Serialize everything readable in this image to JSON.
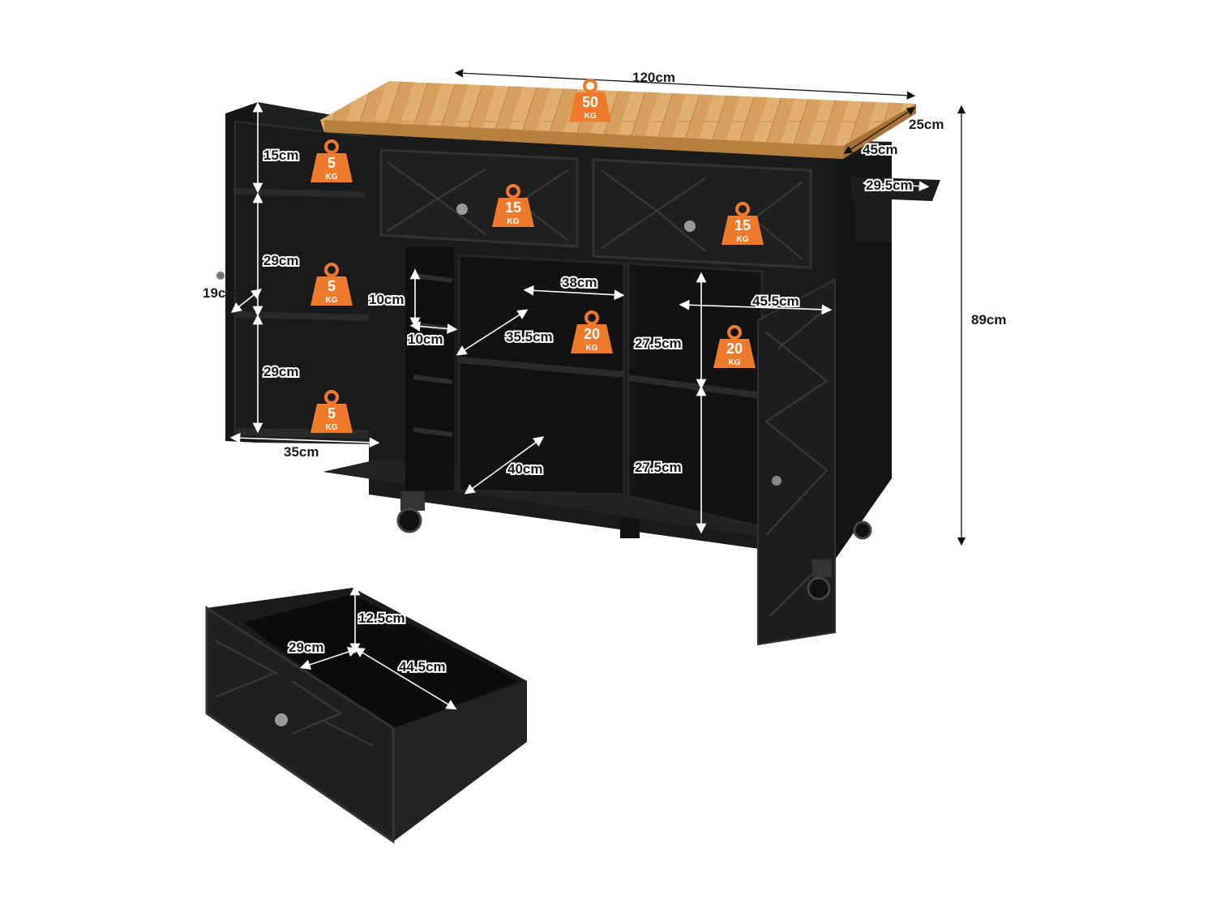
{
  "colors": {
    "cabinet": "#1b1b1b",
    "cabinet_edge": "#2c2c2c",
    "wood": "#d9a462",
    "weight_badge": "#f07a2c",
    "background": "#ffffff"
  },
  "dimensions": {
    "width": "120cm",
    "top_depth": "45cm",
    "drop_leaf": "25cm",
    "towel_rack": "29.5cm",
    "height": "89cm",
    "door_shelf_1": "15cm",
    "door_shelf_2": "29cm",
    "door_shelf_3": "29cm",
    "door_depth": "19cm",
    "door_width": "35cm",
    "wine_rack_height": "10cm",
    "wine_rack_width": "10cm",
    "center_width": "38cm",
    "center_depth_upper": "35.5cm",
    "center_depth_lower": "40cm",
    "right_width": "45.5cm",
    "right_height_upper": "27.5cm",
    "right_height_lower": "27.5cm",
    "drawer_height": "12.5cm",
    "drawer_width": "29cm",
    "drawer_depth": "44.5cm"
  },
  "weights": {
    "top": {
      "value": "50",
      "unit": "KG"
    },
    "drawer_left": {
      "value": "15",
      "unit": "KG"
    },
    "drawer_right": {
      "value": "15",
      "unit": "KG"
    },
    "door_shelf_1": {
      "value": "5",
      "unit": "KG"
    },
    "door_shelf_2": {
      "value": "5",
      "unit": "KG"
    },
    "door_shelf_3": {
      "value": "5",
      "unit": "KG"
    },
    "center_shelf": {
      "value": "20",
      "unit": "KG"
    },
    "right_shelf": {
      "value": "20",
      "unit": "KG"
    }
  }
}
